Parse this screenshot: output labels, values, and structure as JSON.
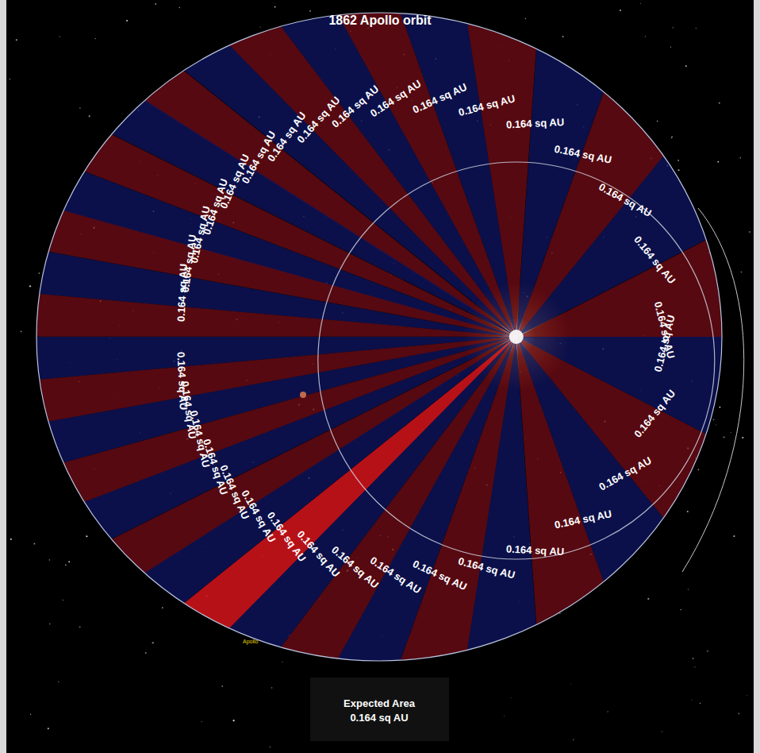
{
  "diagram": {
    "title": "1862 Apollo orbit",
    "nodes": [
      {
        "text": [
          "0.164 sq AU"
        ]
      },
      {
        "text": [
          "0.164 sq AU"
        ]
      },
      {
        "text": [
          "0.164 sq AU"
        ]
      },
      {
        "text": [
          "0.164 sq AU"
        ]
      },
      {
        "text": [
          "0.164 sq AU"
        ]
      },
      {
        "text": [
          "0.164 sq AU"
        ]
      },
      {
        "text": [
          "0.164 sq AU"
        ]
      },
      {
        "text": [
          "0.164 sq AU"
        ]
      },
      {
        "text": [
          "0.164 sq AU"
        ]
      },
      {
        "text": [
          "0.164 sq AU"
        ]
      },
      {
        "text": [
          "0.164 sq AU"
        ]
      },
      {
        "text": [
          "0.164 sq AU"
        ]
      },
      {
        "text": [
          "0.164 sq AU"
        ]
      },
      {
        "text": [
          "0.164 sq AU"
        ]
      },
      {
        "text": [
          "0.164 sq AU"
        ]
      },
      {
        "text": [
          "0.164 sq AU"
        ]
      },
      {
        "text": [
          "0.164 sq AU"
        ]
      },
      {
        "text": [
          "0.164 sq AU"
        ]
      },
      {
        "text": [
          "0.164 sq AU"
        ]
      },
      {
        "text": [
          "0.164 sq AU"
        ]
      },
      {
        "text": [
          "0.164 sq AU"
        ]
      },
      {
        "text": [
          "0.164 sq AU"
        ]
      },
      {
        "text": [
          "0.164 sq AU"
        ]
      },
      {
        "text": [
          "0.164 sq AU"
        ]
      },
      {
        "text": [
          "0.164 sq AU"
        ]
      },
      {
        "text": [
          "0.164 sq AU"
        ]
      },
      {
        "text": [
          "0.164 sq AU"
        ]
      },
      {
        "text": [
          "0.164 sq AU"
        ]
      },
      {
        "text": [
          "0.164 sq AU"
        ]
      },
      {
        "text": [
          "0.164 sq AU"
        ]
      },
      {
        "text": [
          "0.164 sq AU"
        ]
      },
      {
        "text": [
          "0.164 sq AU"
        ]
      },
      {
        "text": [
          "0.164 sq AU"
        ]
      },
      {
        "text": [
          "0.164 sq AU"
        ]
      },
      {
        "text": [
          "Expected Area",
          "0.164 sq AU"
        ]
      }
    ],
    "labels": [
      "Apollo"
    ]
  }
}
